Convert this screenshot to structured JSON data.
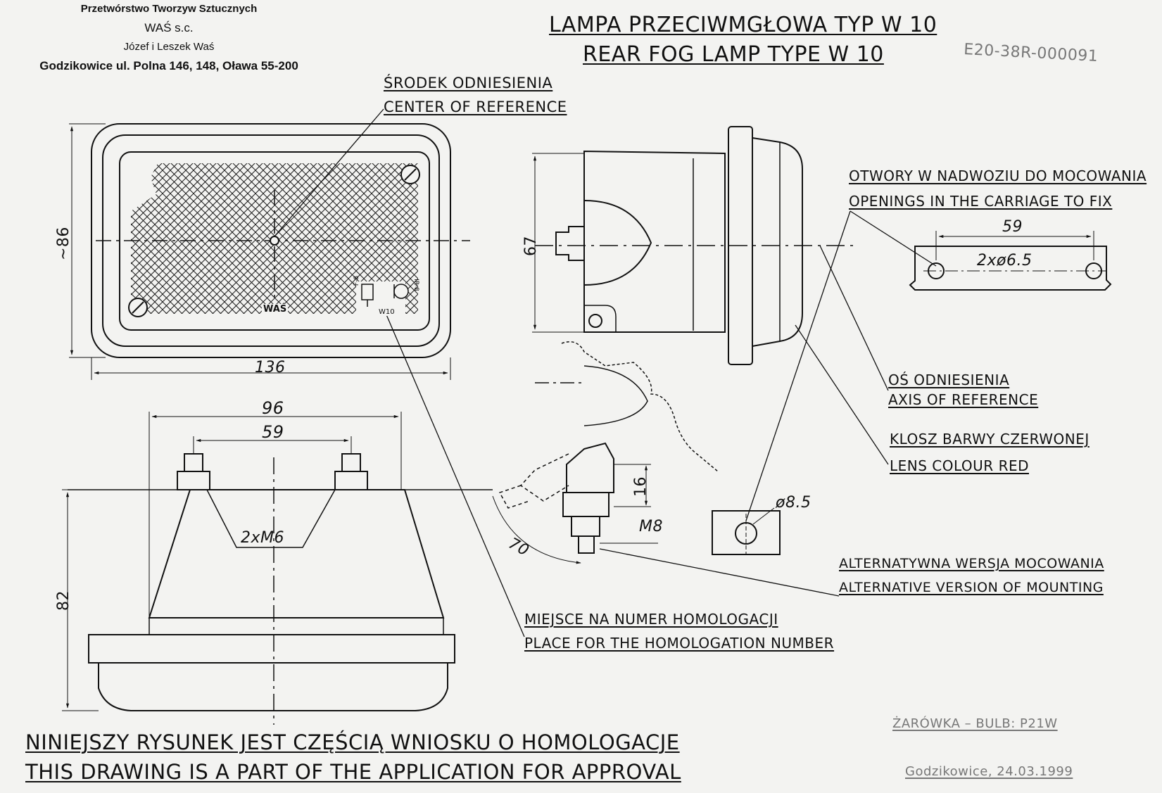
{
  "company": {
    "line1": "Przetwórstwo Tworzyw Sztucznych",
    "line2": "WAŚ s.c.",
    "line3": "Józef i Leszek Waś",
    "line4": "Godzikowice ul. Polna 146, 148, Oława 55-200"
  },
  "title": {
    "polish": "LAMPA PRZECIWMGŁOWA TYP W 10",
    "english": "REAR FOG LAMP TYPE W 10"
  },
  "approval_mark": "E20-38R-000091",
  "labels": {
    "center_ref_pl": "ŚRODEK ODNIESIENIA",
    "center_ref_en": "CENTER OF REFERENCE",
    "openings_pl": "OTWORY W NADWOZIU DO MOCOWANIA",
    "openings_en": "OPENINGS IN THE CARRIAGE TO FIX",
    "axis_pl": "OŚ ODNIESIENIA",
    "axis_en": "AXIS OF REFERENCE",
    "lens_pl": "KLOSZ BARWY CZERWONEJ",
    "lens_en": "LENS COLOUR RED",
    "alt_pl": "ALTERNATYWNA WERSJA MOCOWANIA",
    "alt_en": "ALTERNATIVE VERSION OF MOUNTING",
    "homolog_pl": "MIEJSCE NA NUMER HOMOLOGACJI",
    "homolog_en": "PLACE FOR THE HOMOLOGATION NUMBER"
  },
  "dimensions": {
    "front_height": "~86",
    "front_width": "136",
    "side_height": "67",
    "bottom_width": "96",
    "bottom_spacing": "59",
    "bolts": "2xM6",
    "bottom_height": "82",
    "hole_spacing": "59",
    "hole_dia": "2xø6.5",
    "alt_height": "16",
    "alt_length": "70",
    "alt_thread": "M8",
    "alt_hole": "ø8.5"
  },
  "markings": {
    "brand": "WAŚ",
    "type": "W10",
    "f_code": "F-8",
    "ir_code": "IR-8"
  },
  "footer": {
    "notice_pl": "NINIEJSZY RYSUNEK JEST CZĘŚCIĄ WNIOSKU O HOMOLOGACJE",
    "notice_en": "THIS DRAWING IS A PART OF THE APPLICATION FOR APPROVAL",
    "bulb": "ŻARÓWKA – BULB: P21W",
    "date": "Godzikowice, 24.03.1999"
  }
}
